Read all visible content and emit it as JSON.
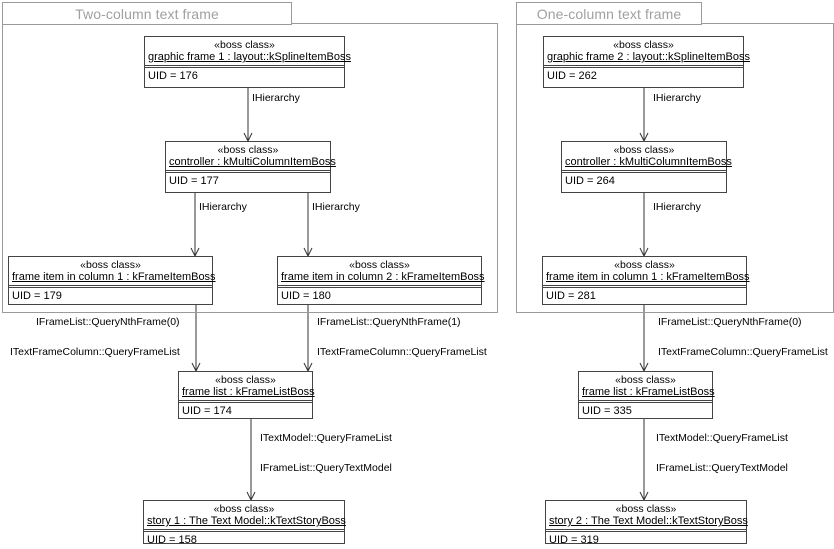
{
  "diagram": {
    "type": "uml-object-diagram",
    "stereotype": "«boss class»",
    "panels": [
      {
        "id": "two-column",
        "title": "Two-column text frame"
      },
      {
        "id": "one-column",
        "title": "One-column text frame"
      }
    ]
  },
  "nodes": {
    "graphic_frame_1": {
      "stereotype": "«boss class»",
      "name": "graphic frame 1 : layout::kSplineItemBoss",
      "attr": "UID = 176"
    },
    "controller_1": {
      "stereotype": "«boss class»",
      "name": "controller : kMultiColumnItemBoss",
      "attr": "UID = 177"
    },
    "frame_item_col1_left": {
      "stereotype": "«boss class»",
      "name": "frame item in column 1 : kFrameItemBoss",
      "attr": "UID = 179"
    },
    "frame_item_col2_left": {
      "stereotype": "«boss class»",
      "name": "frame item in column 2 : kFrameItemBoss",
      "attr": "UID = 180"
    },
    "frame_list_left": {
      "stereotype": "«boss class»",
      "name": "frame list : kFrameListBoss",
      "attr": "UID = 174"
    },
    "story_1": {
      "stereotype": "«boss class»",
      "name": "story 1 : The Text Model::kTextStoryBoss",
      "attr": "UID = 158"
    },
    "graphic_frame_2": {
      "stereotype": "«boss class»",
      "name": "graphic frame 2 : layout::kSplineItemBoss",
      "attr": "UID = 262"
    },
    "controller_2": {
      "stereotype": "«boss class»",
      "name": "controller : kMultiColumnItemBoss",
      "attr": "UID = 264"
    },
    "frame_item_col1_right": {
      "stereotype": "«boss class»",
      "name": "frame item in column 1 : kFrameItemBoss",
      "attr": "UID = 281"
    },
    "frame_list_right": {
      "stereotype": "«boss class»",
      "name": "frame list : kFrameListBoss",
      "attr": "UID = 335"
    },
    "story_2": {
      "stereotype": "«boss class»",
      "name": "story 2 : The Text Model::kTextStoryBoss",
      "attr": "UID = 319"
    }
  },
  "edge_labels": {
    "left_gf_ctrl": "IHierarchy",
    "left_ctrl_item1": "IHierarchy",
    "left_ctrl_item2": "IHierarchy",
    "left_item1_querynth": "IFrameList::QueryNthFrame(0)",
    "left_item1_queryframelist": "ITextFrameColumn::QueryFrameList",
    "left_item2_querynth": "IFrameList::QueryNthFrame(1)",
    "left_item2_queryframelist": "ITextFrameColumn::QueryFrameList",
    "left_list_querytextmodel": "ITextModel::QueryFrameList",
    "left_list_queryframelist": "IFrameList::QueryTextModel",
    "right_gf_ctrl": "IHierarchy",
    "right_ctrl_item1": "IHierarchy",
    "right_item1_querynth": "IFrameList::QueryNthFrame(0)",
    "right_item1_queryframelist": "ITextFrameColumn::QueryFrameList",
    "right_list_querytextmodel": "ITextModel::QueryFrameList",
    "right_list_queryframelist": "IFrameList::QueryTextModel"
  }
}
